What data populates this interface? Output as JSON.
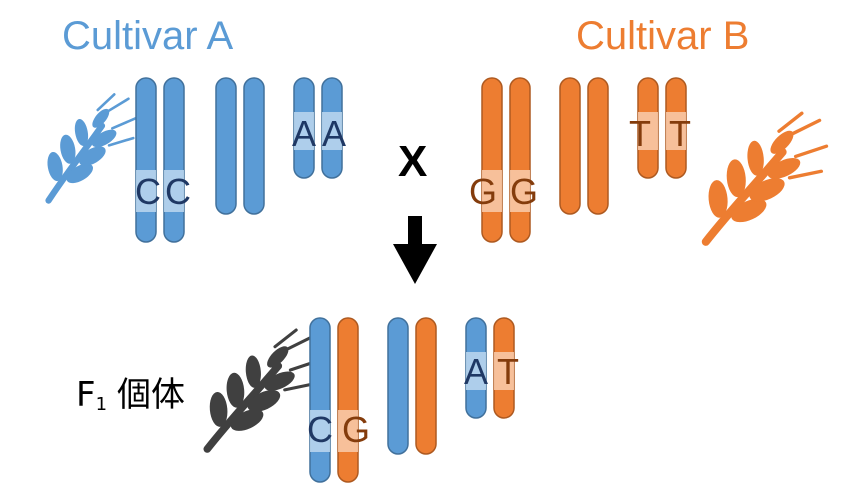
{
  "titles": {
    "a": "Cultivar A",
    "b": "Cultivar B"
  },
  "cross_symbol": "X",
  "f1": {
    "prefix": "F",
    "subscript": "1",
    "suffix": "個体"
  },
  "colors": {
    "blue": "#5b9bd5",
    "orange": "#ed7d31",
    "gray": "#404040"
  },
  "chromosomes": {
    "cultivar_a": {
      "gene_c": [
        "C",
        "C"
      ],
      "gene_a": [
        "A",
        "A"
      ]
    },
    "cultivar_b": {
      "gene_g": [
        "G",
        "G"
      ],
      "gene_t": [
        "T",
        "T"
      ]
    },
    "f1": {
      "gene_1": [
        "C",
        "G"
      ],
      "gene_2": [
        "A",
        "T"
      ]
    }
  }
}
